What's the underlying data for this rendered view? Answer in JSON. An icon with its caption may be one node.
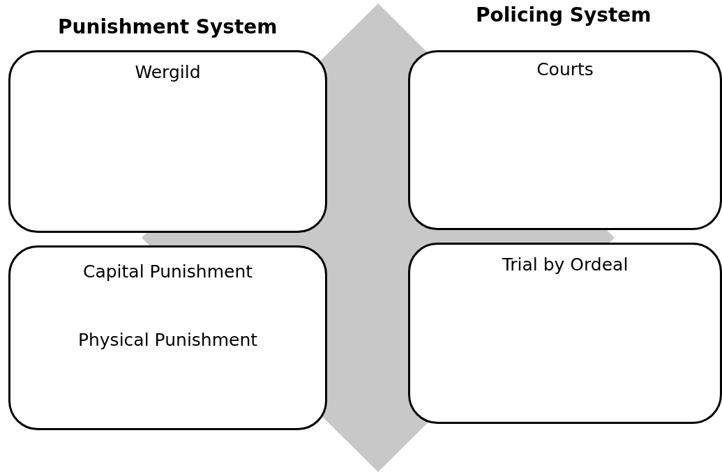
{
  "diagram": {
    "nodes": [
      {
        "text": [],
        "shape": "diamond"
      },
      {
        "text": [
          "Wergild"
        ]
      },
      {
        "text": [
          "Courts"
        ]
      },
      {
        "text": [
          "Capital Punishment",
          "Physical Punishment"
        ]
      },
      {
        "text": [
          "Trial by Ordeal"
        ]
      }
    ],
    "labels": [
      "Punishment System",
      "Policing System"
    ]
  }
}
